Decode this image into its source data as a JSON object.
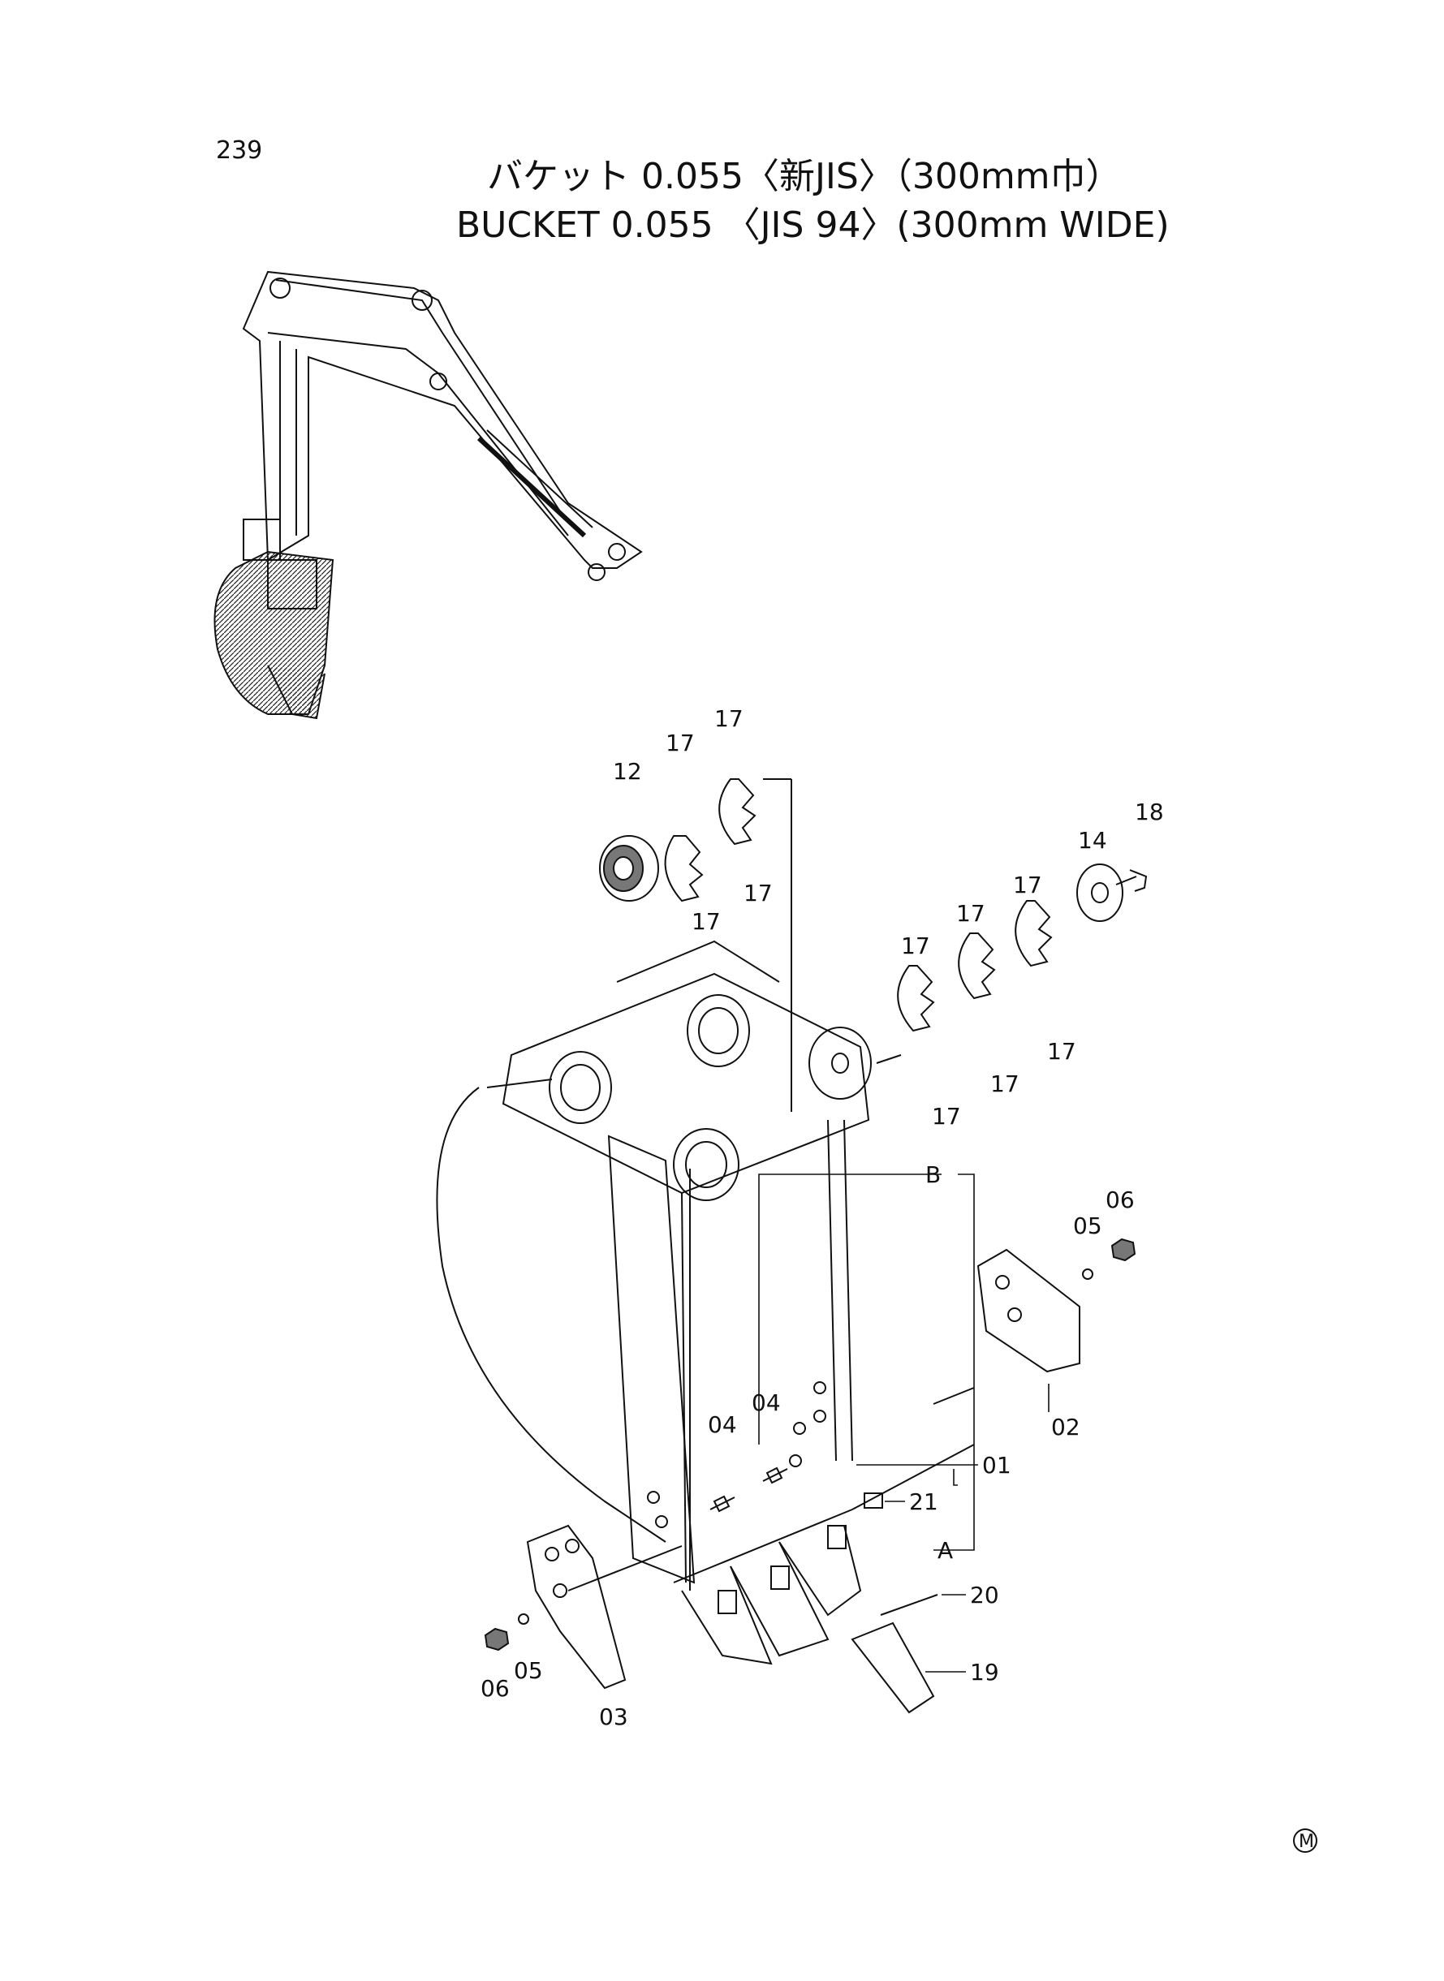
{
  "page_number": "239",
  "title_jp": "バケット 0.055〈新JIS〉（300mm巾）",
  "title_en": "BUCKET 0.055 〈JIS 94〉(300mm WIDE)",
  "mark": "M",
  "callouts": {
    "c12": "12",
    "c17a": "17",
    "c17b": "17",
    "c17c": "17",
    "c17d": "17",
    "c18": "18",
    "c14": "14",
    "c17e": "17",
    "c17f": "17",
    "c17g": "17",
    "c17h": "17",
    "c17i": "17",
    "c17j": "17",
    "cB": "B",
    "c06a": "06",
    "c05a": "05",
    "c02": "02",
    "c04a": "04",
    "c04b": "04",
    "c01": "01",
    "c21": "21",
    "cA": "A",
    "c20": "20",
    "c19": "19",
    "c06b": "06",
    "c05b": "05",
    "c03": "03"
  },
  "colors": {
    "ink": "#111111",
    "shade": "#555555"
  }
}
